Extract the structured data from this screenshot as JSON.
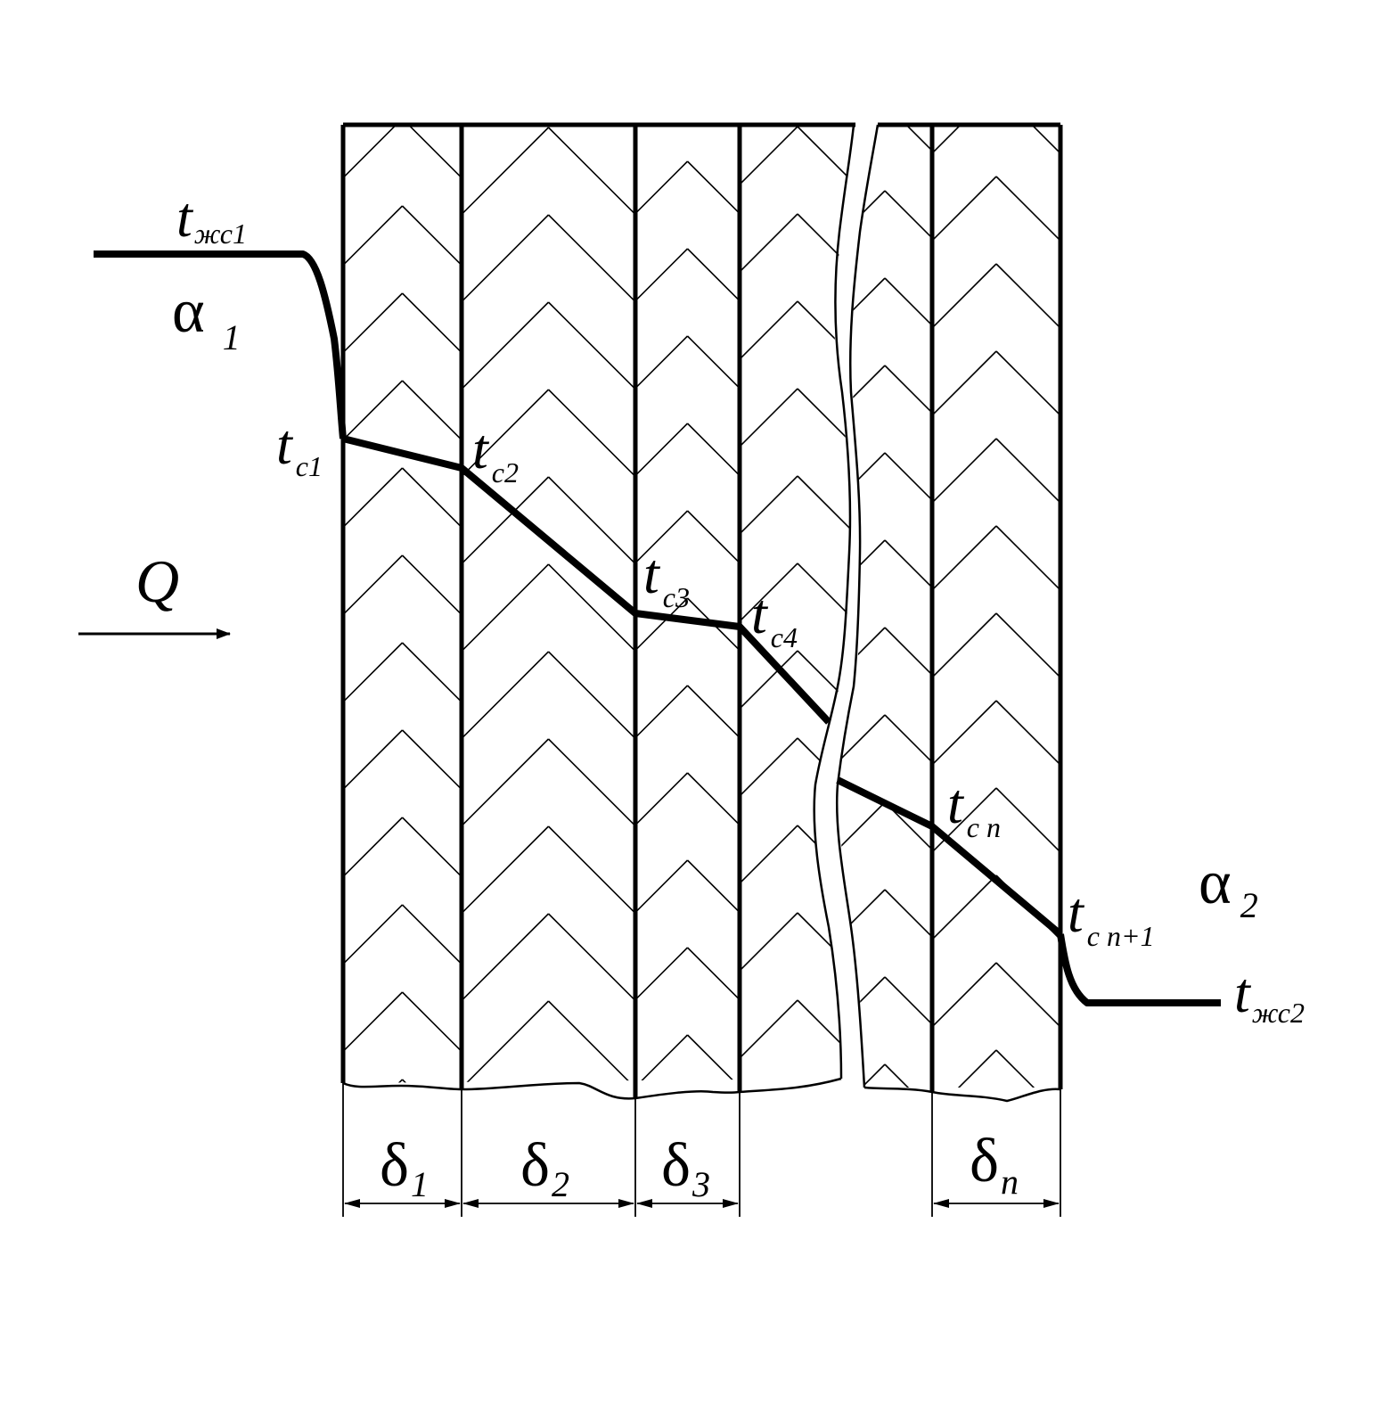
{
  "labels": {
    "t_fluid1": {
      "main": "t",
      "sub": "жс1"
    },
    "alpha1": {
      "main": "α",
      "sub": "1"
    },
    "t_c1": {
      "main": "t",
      "sub": "c1"
    },
    "t_c2": {
      "main": "t",
      "sub": "c2"
    },
    "t_c3": {
      "main": "t",
      "sub": "c3"
    },
    "t_c4": {
      "main": "t",
      "sub": "c4"
    },
    "t_cn": {
      "main": "t",
      "sub": "c n"
    },
    "t_cn1": {
      "main": "t",
      "sub": "c n+1"
    },
    "alpha2": {
      "main": "α",
      "sub": "2"
    },
    "t_fluid2": {
      "main": "t",
      "sub": "жс2"
    },
    "q": "Q",
    "delta1": {
      "main": "δ",
      "sub": "1"
    },
    "delta2": {
      "main": "δ",
      "sub": "2"
    },
    "delta3": {
      "main": "δ",
      "sub": "3"
    },
    "deltan": {
      "main": "δ",
      "sub": "n"
    }
  },
  "colors": {
    "line": "#000000",
    "background": "#ffffff"
  }
}
